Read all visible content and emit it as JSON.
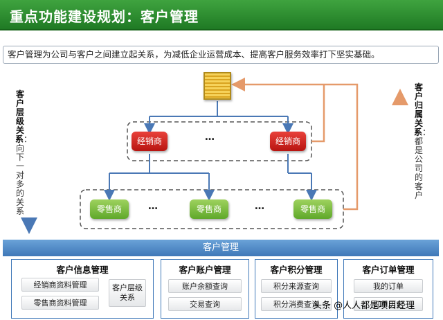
{
  "header": {
    "title": "重点功能建设规划：客户管理"
  },
  "intro": {
    "text": "客户管理为公司与客户之间建立起关系，为减低企业运营成本、提高客户服务效率打下坚实基础。"
  },
  "left_note": {
    "bold": "客户层级关系",
    "rest": "：向下一对多的关系"
  },
  "right_note": {
    "bold": "客户归属关系",
    "rest": "：都是公司的客户"
  },
  "diagram": {
    "distributors": [
      "经销商",
      "经销商"
    ],
    "retailers": [
      "零售商",
      "零售商",
      "零售商"
    ],
    "ellipsis": "…"
  },
  "customer_management": {
    "title": "客户管理"
  },
  "panels": {
    "info": {
      "title": "客户信息管理",
      "items": [
        "经销商资料管理",
        "零售商资料管理"
      ],
      "side": "客户层级关系"
    },
    "account": {
      "title": "客户账户管理",
      "items": [
        "账户余额查询",
        "交易查询"
      ]
    },
    "points": {
      "title": "客户积分管理",
      "items": [
        "积分来源查询",
        "积分消费查询"
      ]
    },
    "orders": {
      "title": "客户订单管理",
      "items": [
        "我的订单",
        "订单历史"
      ]
    }
  },
  "watermark": {
    "text": "头条 @人人都是项目经理"
  },
  "colors": {
    "header": "#1f7a24",
    "distributor": "#c9201a",
    "retailer": "#7cbf3f",
    "bar": "#4f88c6",
    "arrow": "#e59a6a",
    "connector": "#4a78b5"
  }
}
